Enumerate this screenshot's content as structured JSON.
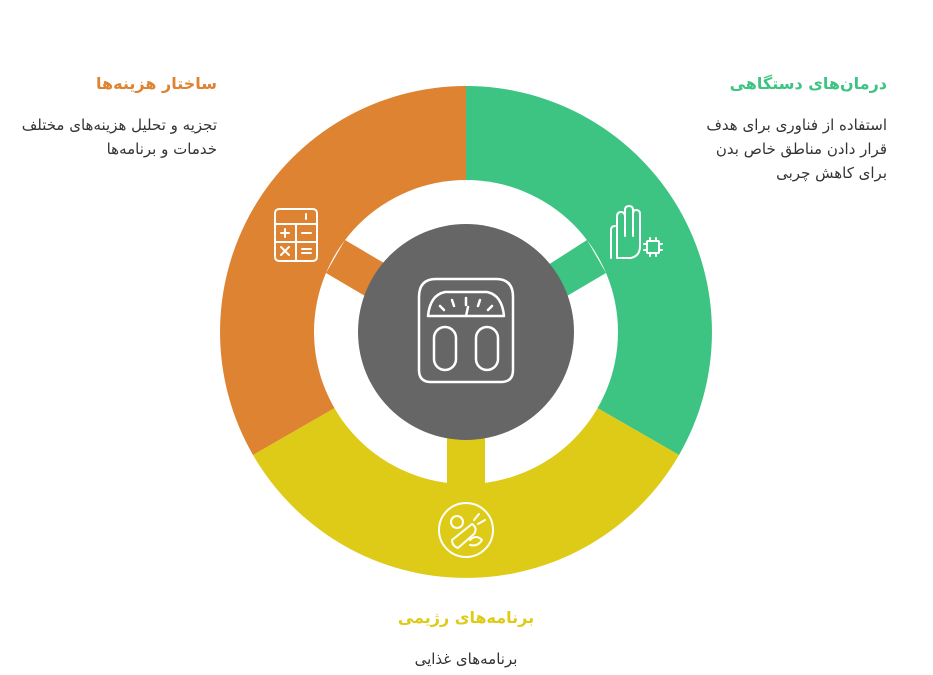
{
  "diagram": {
    "center_icon": "bathroom-scale-icon",
    "segments": [
      {
        "title": "درمان‌های دستگاهی",
        "description": "استفاده از فناوری برای هدف قرار دادن مناطق خاص بدن برای کاهش چربی",
        "color": "#3EC482",
        "icon": "hand-chip-icon"
      },
      {
        "title": "برنامه‌های رژیمی",
        "description": "برنامه‌های غذایی",
        "color": "#DECB17",
        "icon": "vegetables-icon"
      },
      {
        "title": "ساختار هزینه‌ها",
        "description": "تجزیه و تحلیل هزینه‌های مختلف خدمات و برنامه‌ها",
        "color": "#DE8331",
        "icon": "calculator-icon"
      }
    ],
    "center_color": "#666666"
  }
}
